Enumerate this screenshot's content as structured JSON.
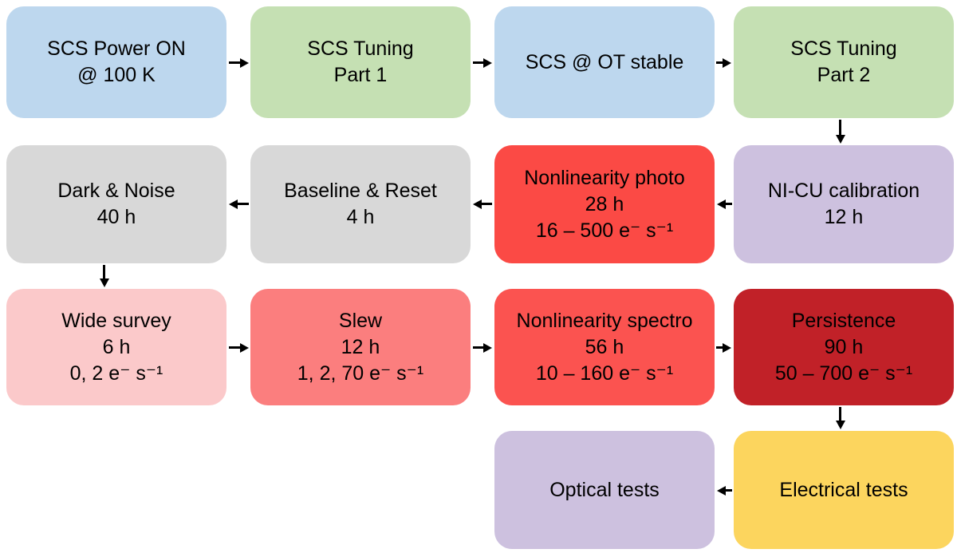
{
  "diagram": {
    "background_color": "#ffffff",
    "arrow_color": "#000000",
    "text_color": "#000000",
    "nodes": [
      {
        "id": "scs-power-on",
        "lines": [
          "SCS Power ON",
          "@ 100 K"
        ],
        "color": "#BDD7EE"
      },
      {
        "id": "scs-tuning-part1",
        "lines": [
          "SCS Tuning",
          "Part 1"
        ],
        "color": "#C5E0B3"
      },
      {
        "id": "scs-ot-stable",
        "lines": [
          "SCS @ OT stable"
        ],
        "color": "#BDD7EE"
      },
      {
        "id": "scs-tuning-part2",
        "lines": [
          "SCS Tuning",
          "Part 2"
        ],
        "color": "#C5E0B3"
      },
      {
        "id": "dark-noise",
        "lines": [
          "Dark & Noise",
          "40 h"
        ],
        "color": "#D8D8D8"
      },
      {
        "id": "baseline-reset",
        "lines": [
          "Baseline & Reset",
          "4 h"
        ],
        "color": "#D8D8D8"
      },
      {
        "id": "nonlinearity-photo",
        "lines": [
          "Nonlinearity photo",
          "28 h",
          "16 – 500 e⁻ s⁻¹"
        ],
        "color": "#FB4A45"
      },
      {
        "id": "ni-cu-calibration",
        "lines": [
          "NI-CU calibration",
          "12 h"
        ],
        "color": "#CDC1DF"
      },
      {
        "id": "wide-survey",
        "lines": [
          "Wide survey",
          "6 h",
          "0, 2 e⁻ s⁻¹"
        ],
        "color": "#FBC9CA"
      },
      {
        "id": "slew",
        "lines": [
          "Slew",
          "12 h",
          "1, 2, 70 e⁻ s⁻¹"
        ],
        "color": "#FB7E7E"
      },
      {
        "id": "nonlinearity-spectro",
        "lines": [
          "Nonlinearity spectro",
          "56 h",
          "10 – 160 e⁻ s⁻¹"
        ],
        "color": "#FB5350"
      },
      {
        "id": "persistence",
        "lines": [
          "Persistence",
          "90 h",
          "50 – 700 e⁻ s⁻¹"
        ],
        "color": "#C12128"
      },
      {
        "id": "optical-tests",
        "lines": [
          "Optical tests"
        ],
        "color": "#CDC1DF"
      },
      {
        "id": "electrical-tests",
        "lines": [
          "Electrical tests"
        ],
        "color": "#FCD55E"
      }
    ],
    "edges": [
      {
        "from": "scs-power-on",
        "to": "scs-tuning-part1",
        "direction": "right"
      },
      {
        "from": "scs-tuning-part1",
        "to": "scs-ot-stable",
        "direction": "right"
      },
      {
        "from": "scs-ot-stable",
        "to": "scs-tuning-part2",
        "direction": "right"
      },
      {
        "from": "scs-tuning-part2",
        "to": "ni-cu-calibration",
        "direction": "down"
      },
      {
        "from": "ni-cu-calibration",
        "to": "nonlinearity-photo",
        "direction": "left"
      },
      {
        "from": "nonlinearity-photo",
        "to": "baseline-reset",
        "direction": "left"
      },
      {
        "from": "baseline-reset",
        "to": "dark-noise",
        "direction": "left"
      },
      {
        "from": "dark-noise",
        "to": "wide-survey",
        "direction": "down"
      },
      {
        "from": "wide-survey",
        "to": "slew",
        "direction": "right"
      },
      {
        "from": "slew",
        "to": "nonlinearity-spectro",
        "direction": "right"
      },
      {
        "from": "nonlinearity-spectro",
        "to": "persistence",
        "direction": "right"
      },
      {
        "from": "persistence",
        "to": "electrical-tests",
        "direction": "down"
      },
      {
        "from": "electrical-tests",
        "to": "optical-tests",
        "direction": "left"
      }
    ]
  }
}
